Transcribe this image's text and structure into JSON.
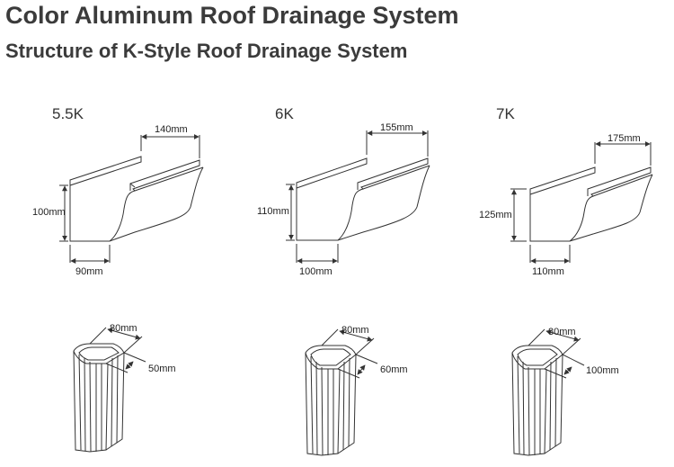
{
  "title": "Color Aluminum Roof Drainage System",
  "subtitle": "Structure of K-Style Roof Drainage System",
  "gutters": [
    {
      "model": "5.5K",
      "width": "140mm",
      "height": "100mm",
      "bottom": "90mm"
    },
    {
      "model": "6K",
      "width": "155mm",
      "height": "110mm",
      "bottom": "100mm"
    },
    {
      "model": "7K",
      "width": "175mm",
      "height": "125mm",
      "bottom": "110mm"
    }
  ],
  "downspouts": [
    {
      "width": "80mm",
      "depth": "50mm"
    },
    {
      "width": "80mm",
      "depth": "60mm"
    },
    {
      "width": "80mm",
      "depth": "100mm"
    }
  ],
  "colors": {
    "line": "#333333",
    "text": "#3b3b3b"
  }
}
